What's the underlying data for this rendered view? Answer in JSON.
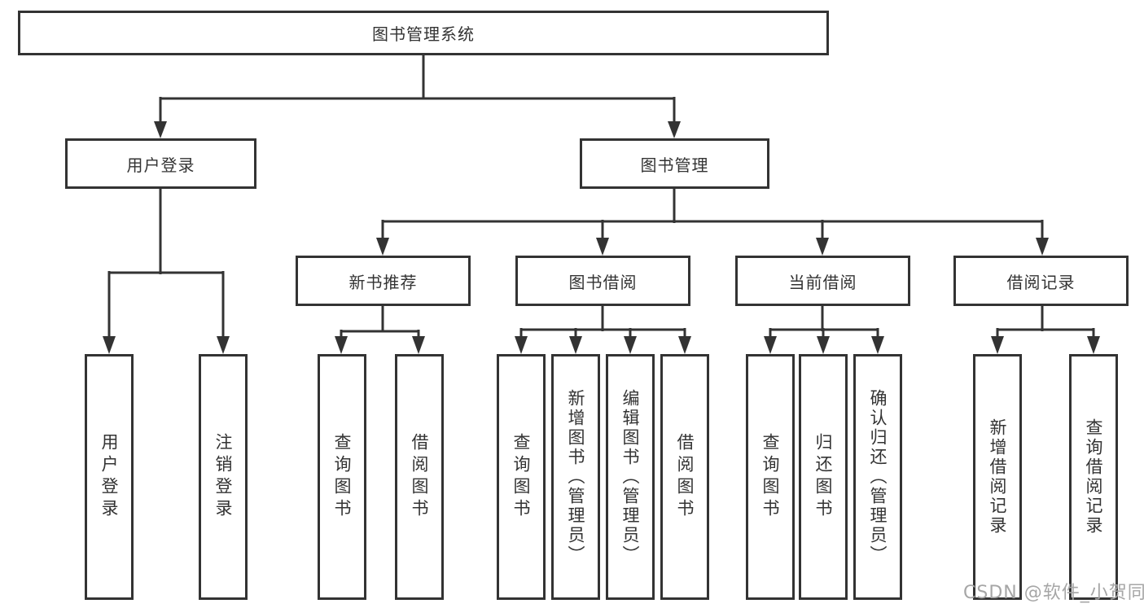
{
  "colors": {
    "line": "#333333",
    "text": "#333333",
    "box_background": "#ffffff",
    "watermark": "#a6a6a6"
  },
  "diagram": {
    "root": {
      "label": "图书管理系统"
    },
    "branches": [
      {
        "label": "用户登录",
        "children": [
          {
            "label": "用户登录"
          },
          {
            "label": "注销登录"
          }
        ]
      },
      {
        "label": "图书管理",
        "children": [
          {
            "label": "新书推荐",
            "children": [
              {
                "label": "查询图书"
              },
              {
                "label": "借阅图书"
              }
            ]
          },
          {
            "label": "图书借阅",
            "children": [
              {
                "label": "查询图书"
              },
              {
                "label": "新增图书（管理员）"
              },
              {
                "label": "编辑图书（管理员）"
              },
              {
                "label": "借阅图书"
              }
            ]
          },
          {
            "label": "当前借阅",
            "children": [
              {
                "label": "查询图书"
              },
              {
                "label": "归还图书"
              },
              {
                "label": "确认归还（管理员）"
              }
            ]
          },
          {
            "label": "借阅记录",
            "children": [
              {
                "label": "新增借阅记录"
              },
              {
                "label": "查询借阅记录"
              }
            ]
          }
        ]
      }
    ]
  },
  "watermark": {
    "text": "CSDN @软件_小贺同学"
  }
}
